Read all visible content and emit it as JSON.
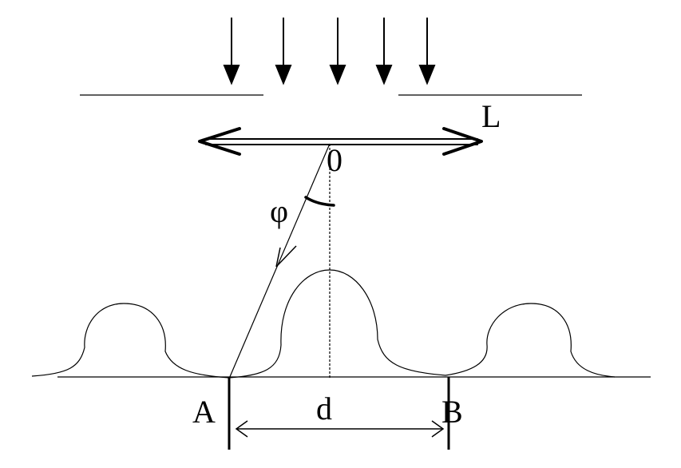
{
  "labels": {
    "lens": "L",
    "center": "0",
    "angle": "φ",
    "point_a": "A",
    "point_b": "B",
    "distance": "d"
  },
  "colors": {
    "ink": "#000000",
    "background": "#ffffff"
  }
}
